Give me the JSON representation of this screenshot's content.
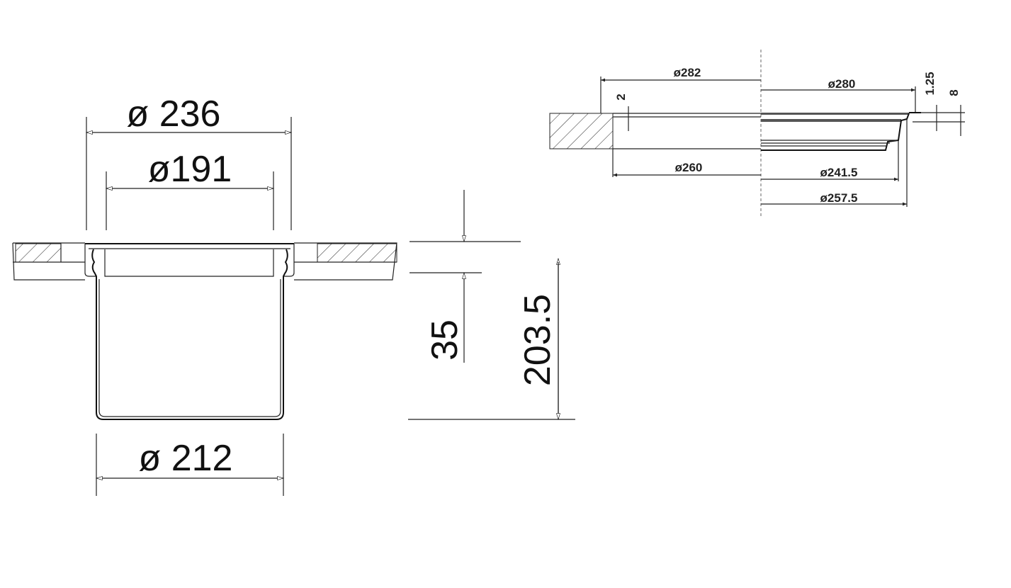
{
  "side_view": {
    "dim_outer_rim": "ø 236",
    "dim_inner_opening": "ø191",
    "dim_bowl": "ø 212",
    "dim_rim_height": "35",
    "dim_total_depth": "203.5"
  },
  "detail_view": {
    "dim_282": "ø282",
    "dim_280": "ø280",
    "dim_260": "ø260",
    "dim_241_5": "ø241.5",
    "dim_257_5": "ø257.5",
    "dim_2": "2",
    "dim_1_25": "1.25",
    "dim_8": "8"
  }
}
